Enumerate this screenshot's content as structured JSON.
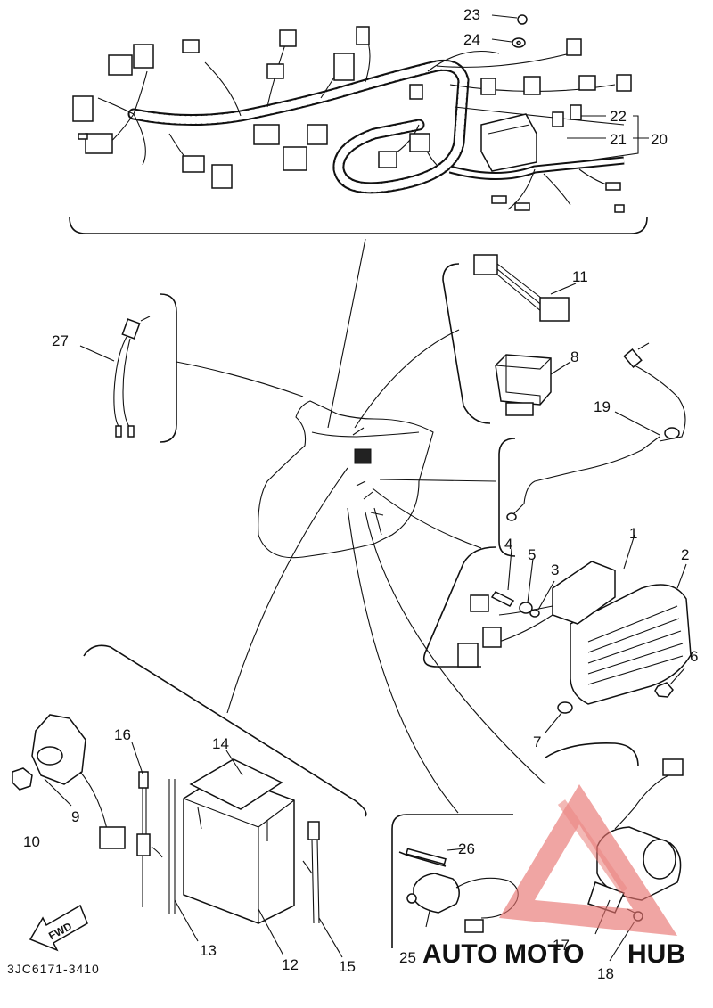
{
  "labels": {
    "p1": "1",
    "p2": "2",
    "p3": "3",
    "p4": "4",
    "p5": "5",
    "p6": "6",
    "p7": "7",
    "p8": "8",
    "p9": "9",
    "p10": "10",
    "p11": "11",
    "p12": "12",
    "p13": "13",
    "p14": "14",
    "p15": "15",
    "p16": "16",
    "p17": "17",
    "p18": "18",
    "p19": "19",
    "p20": "20",
    "p21": "21",
    "p22": "22",
    "p23": "23",
    "p24": "24",
    "p25": "25",
    "p26": "26",
    "p27": "27"
  },
  "diagram_code": "3JC6171-3410",
  "fwd_label": "FWD",
  "watermark": {
    "part1": "AUTO",
    "part2": "MOTO",
    "part3": "HUB"
  },
  "colors": {
    "ink": "#111111",
    "watermark_red": "#e8736f",
    "watermark_orange": "#f4a261",
    "watermark_gray": "#555555"
  }
}
